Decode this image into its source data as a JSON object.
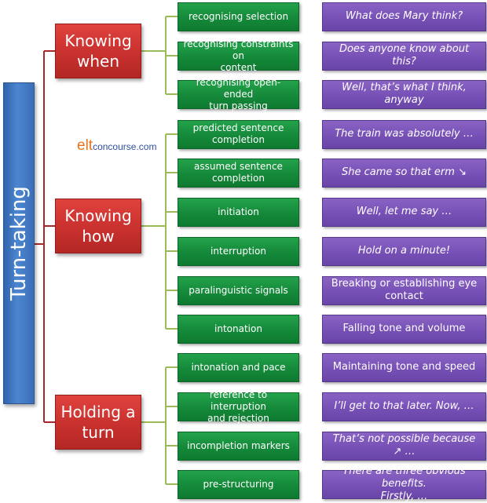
{
  "colors": {
    "root": "#3b6fb8",
    "category": "#c8312e",
    "leaf": "#15893a",
    "example": "#7650b5",
    "root_connector": "#a8282a",
    "leaf_connector": "#9bbb59"
  },
  "brand": {
    "elt": "elt",
    "rest": "concourse.com"
  },
  "root": {
    "label": "Turn-taking"
  },
  "categories": [
    {
      "label_lines": [
        "Knowing",
        "when"
      ],
      "items": [
        {
          "leaf": [
            "recognising selection"
          ],
          "example": [
            "What does Mary think?"
          ],
          "italic": true
        },
        {
          "leaf": [
            "recognising constraints on",
            "content"
          ],
          "example": [
            "Does anyone know about this?"
          ],
          "italic": true
        },
        {
          "leaf": [
            "recognising open-ended",
            "turn passing"
          ],
          "example": [
            "Well, that’s what I think, anyway"
          ],
          "italic": true
        }
      ]
    },
    {
      "label_lines": [
        "Knowing",
        "how"
      ],
      "items": [
        {
          "leaf": [
            "predicted sentence",
            "completion"
          ],
          "example": [
            "The train was absolutely …"
          ],
          "italic": true
        },
        {
          "leaf": [
            "assumed sentence",
            "completion"
          ],
          "example": [
            "She came so that erm ↘"
          ],
          "italic": true
        },
        {
          "leaf": [
            "initiation"
          ],
          "example": [
            "Well, let me say …"
          ],
          "italic": true
        },
        {
          "leaf": [
            "interruption"
          ],
          "example": [
            "Hold on a minute!"
          ],
          "italic": true
        },
        {
          "leaf": [
            "paralinguistic signals"
          ],
          "example": [
            "Breaking or establishing eye",
            "contact"
          ],
          "italic": false
        },
        {
          "leaf": [
            "intonation"
          ],
          "example": [
            "Falling tone and volume"
          ],
          "italic": false
        }
      ]
    },
    {
      "label_lines": [
        "Holding a",
        "turn"
      ],
      "items": [
        {
          "leaf": [
            "intonation and pace"
          ],
          "example": [
            "Maintaining tone and speed"
          ],
          "italic": false
        },
        {
          "leaf": [
            "reference to interruption",
            "and  rejection"
          ],
          "example": [
            "I’ll get to that later.  Now, …"
          ],
          "italic": true
        },
        {
          "leaf": [
            "incompletion markers"
          ],
          "example": [
            "That’s not possible because ↗ …"
          ],
          "italic": true
        },
        {
          "leaf": [
            "pre-structuring"
          ],
          "example": [
            "There are three obvious benefits.",
            "Firstly,  …"
          ],
          "italic": true
        }
      ]
    }
  ]
}
